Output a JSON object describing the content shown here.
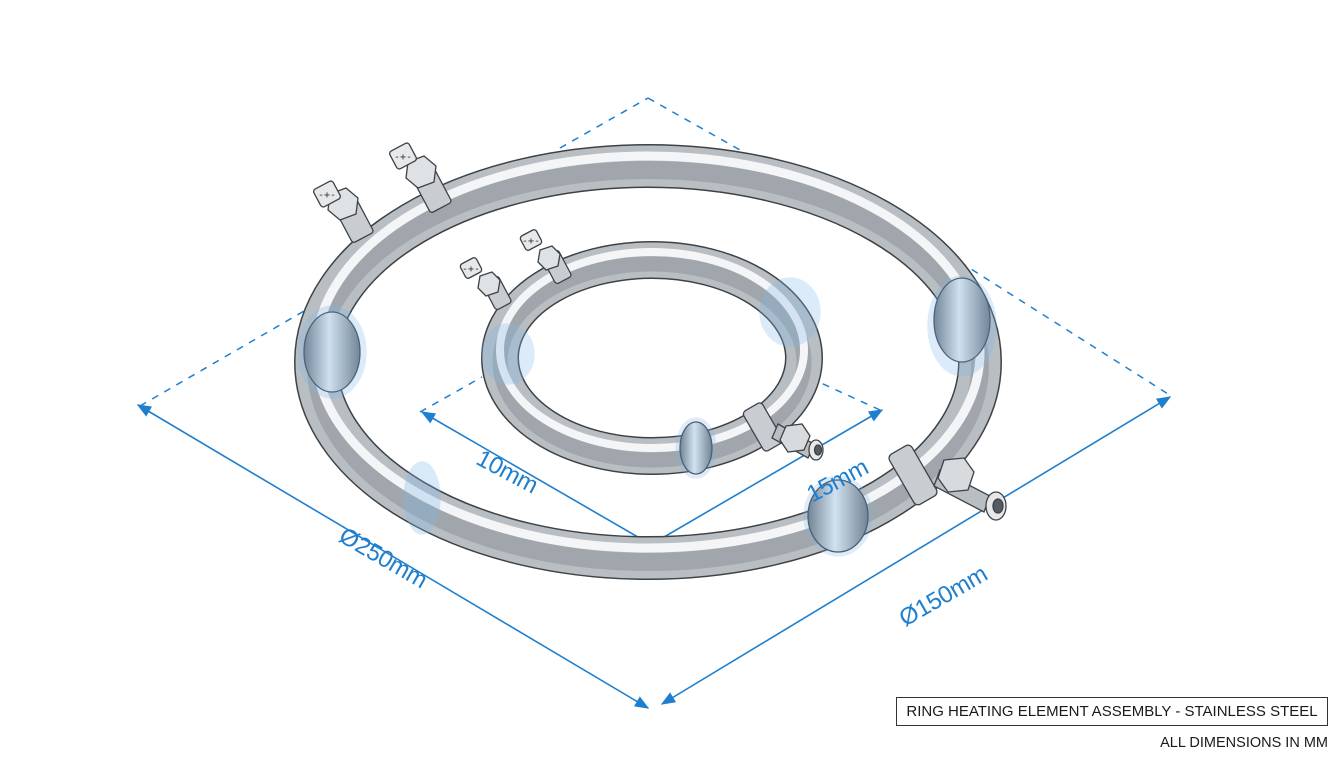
{
  "colors": {
    "dimension": "#1f7fce",
    "tube_light": "#eef0f2",
    "tube_mid": "#b9bec3",
    "tube_dark": "#6e747a",
    "outline": "#3d4247",
    "ghost_highlight": "#7fb8ea"
  },
  "dimensions": {
    "outer_diameter": "Ø250mm",
    "inner_diameter": "Ø150mm",
    "dim_small_a": "10mm",
    "dim_small_b": "15mm"
  },
  "terminal_mark": "-+-",
  "title_block": {
    "title": "RING HEATING ELEMENT ASSEMBLY - STAINLESS STEEL",
    "note": "ALL DIMENSIONS IN MM"
  }
}
